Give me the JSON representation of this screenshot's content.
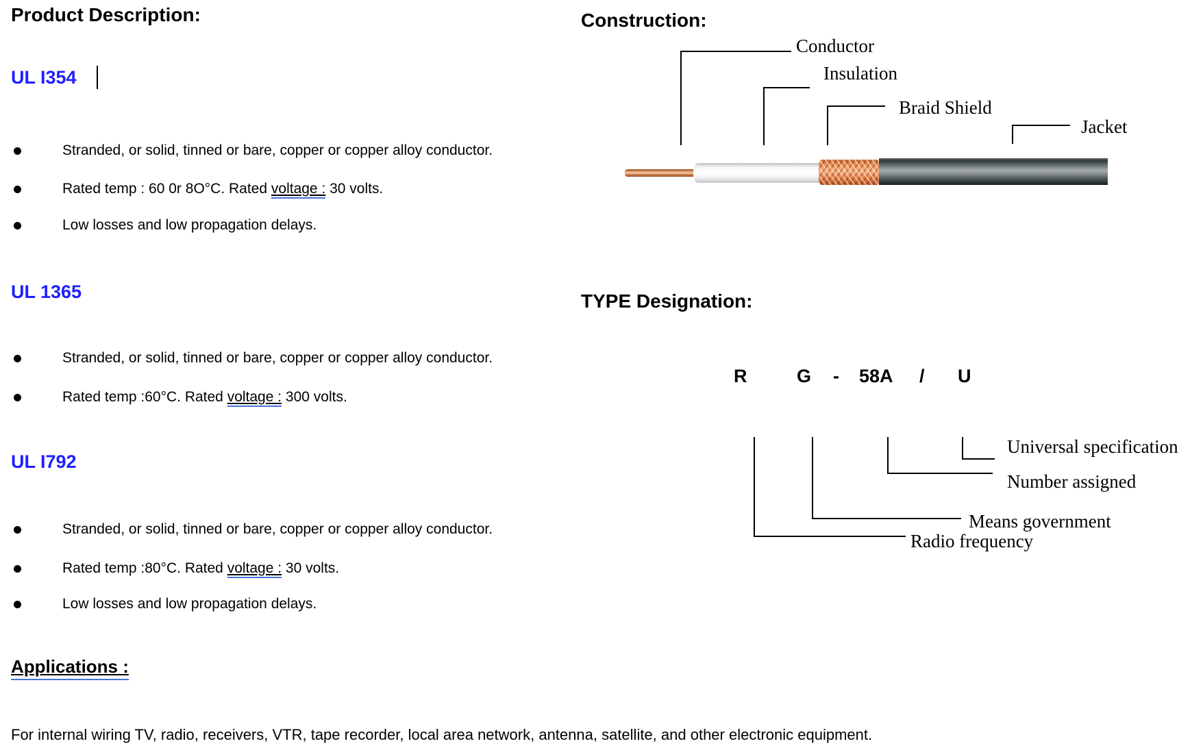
{
  "colors": {
    "heading_blue": "#1f1fff",
    "grammar_underline_blue": "#4472d8",
    "braid_orange": "#e8854d",
    "jacket_gray": "#4a5153",
    "conductor_copper": "#d98e5c",
    "insulation_white": "#ffffff"
  },
  "product_description": {
    "title": "Product Description:",
    "sections": [
      {
        "heading": "UL I354",
        "bullets": [
          {
            "text": "Stranded, or solid, tinned or bare, copper or copper alloy conductor."
          },
          {
            "pre": "Rated temp : 60 0r 8O°C. Rated ",
            "underlined": "voltage :",
            "post": " 30 volts."
          },
          {
            "text": "Low losses and low propagation delays."
          }
        ]
      },
      {
        "heading": "UL 1365",
        "bullets": [
          {
            "text": "Stranded, or solid, tinned or bare, copper or copper alloy conductor."
          },
          {
            "pre": "Rated temp :60°C. Rated ",
            "underlined": "voltage :",
            "post": " 300 volts."
          }
        ]
      },
      {
        "heading": "UL I792",
        "bullets": [
          {
            "text": "Stranded, or solid, tinned or bare, copper or copper alloy conductor."
          },
          {
            "pre": "Rated temp :80°C. Rated ",
            "underlined": "voltage :",
            "post": " 30 volts."
          },
          {
            "text": "Low losses and low propagation delays."
          }
        ]
      }
    ]
  },
  "applications": {
    "title": "Applications :",
    "text": "For internal wiring TV, radio, receivers, VTR, tape recorder, local area network, antenna, satellite, and other electronic equipment."
  },
  "construction": {
    "title": "Construction:",
    "labels": {
      "conductor": "Conductor",
      "insulation": "Insulation",
      "braid_shield": "Braid Shield",
      "jacket": "Jacket"
    }
  },
  "type_designation": {
    "title": "TYPE Designation:",
    "code": {
      "r": "R",
      "g": "G",
      "dash": "-",
      "num": "58A",
      "slash": "/",
      "u": "U"
    },
    "labels": {
      "universal": "Universal specification",
      "number": "Number assigned",
      "government": "Means government",
      "radio": "Radio frequency"
    }
  }
}
